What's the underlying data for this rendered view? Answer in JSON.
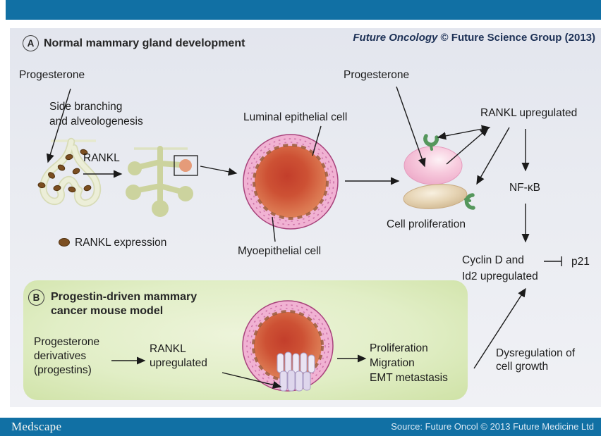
{
  "header": {
    "journal_attribution_italic": "Future Oncology",
    "journal_attribution_rest": " © Future Science Group (2013)"
  },
  "panel_a": {
    "badge": "A",
    "title": "Normal mammary gland development",
    "progesterone_left": "Progesterone",
    "side_branching_line1": "Side branching",
    "side_branching_line2": "and alveologenesis",
    "rankl": "RANKL",
    "luminal_cell": "Luminal epithelial cell",
    "myoepithelial_cell": "Myoepithelial cell",
    "legend_rankl_expression": "RANKL expression",
    "progesterone_right": "Progesterone",
    "rankl_upregulated": "RANKL upregulated",
    "nfkb": "NF-κB",
    "cell_proliferation": "Cell proliferation",
    "cyclin_line1": "Cyclin D and",
    "cyclin_line2": "Id2 upregulated",
    "p21": "p21",
    "dysregulation_line1": "Dysregulation of",
    "dysregulation_line2": "cell growth"
  },
  "panel_b": {
    "badge": "B",
    "title_line1": "Progestin-driven mammary",
    "title_line2": "cancer mouse model",
    "progesterone_line1": "Progesterone",
    "progesterone_line2": "derivatives",
    "progesterone_line3": "(progestins)",
    "rankl_line1": "RANKL",
    "rankl_line2": "upregulated",
    "outcome_line1": "Proliferation",
    "outcome_line2": "Migration",
    "outcome_line3": "EMT metastasis"
  },
  "footer": {
    "brand": "Medscape",
    "source": "Source: Future Oncol © 2013 Future Medicine Ltd"
  },
  "colors": {
    "bar_blue": "#1170a4",
    "panel_bg_top": "#e4e7ef",
    "panel_bg_bottom": "#f0f1f5",
    "green_box": "#dcebbf",
    "lumen_red": "#cc4a31",
    "duct_ring_pink": "#f1b2d3",
    "gland_olive": "#ccd39e",
    "rankl_dot_brown": "#7b4e21",
    "receptor_green": "#55975c",
    "attribution_navy": "#1d3156"
  }
}
